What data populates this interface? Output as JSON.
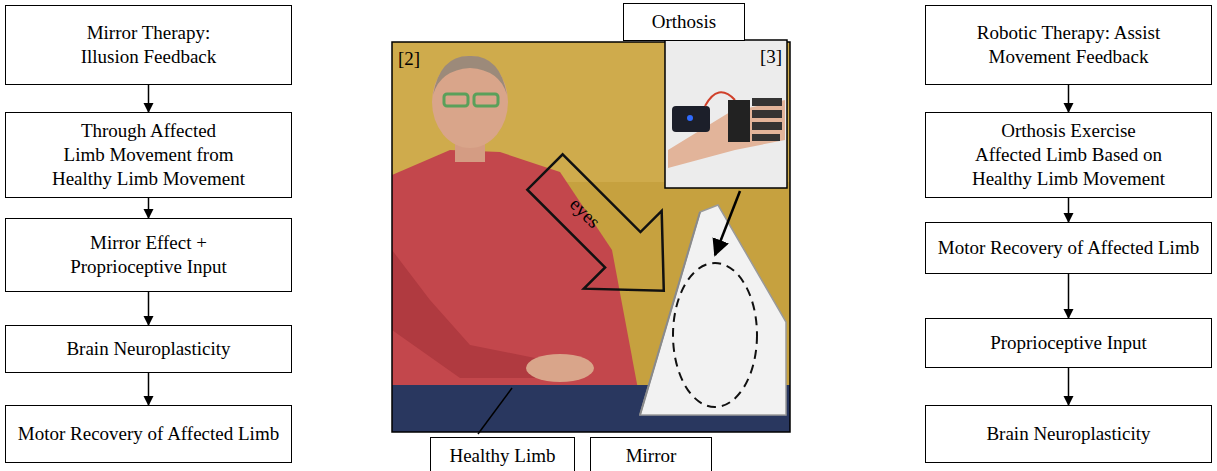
{
  "diagram": {
    "nodes": [
      {
        "text": [
          "Mirror Therapy: Illusion Feedback"
        ]
      },
      {
        "text": [
          "Through Affected Limb Movement from Healthy Limb Movement"
        ]
      },
      {
        "text": [
          "Mirror Effect + Proprioceptive Input"
        ]
      },
      {
        "text": [
          "Brain Neuroplasticity"
        ]
      },
      {
        "text": [
          "Motor Recovery of Affected Limb"
        ]
      },
      {
        "text": [
          "Orthosis"
        ]
      },
      {
        "text": [
          "Robotic Therapy: Assist Movement Feedback"
        ]
      },
      {
        "text": [
          "Orthosis Exercise Affected Limb Based on Healthy Limb Movement"
        ]
      },
      {
        "text": [
          "Motor Recovery of Affected Limb"
        ]
      },
      {
        "text": [
          "Proprioceptive Input"
        ]
      },
      {
        "text": [
          "Brain Neuroplasticity"
        ]
      },
      {
        "text": [
          "Healthy Limb"
        ]
      },
      {
        "text": [
          "Mirror"
        ]
      }
    ],
    "edges": [
      {
        "from": 0,
        "to": 1,
        "arrow": "to"
      },
      {
        "from": 1,
        "to": 2,
        "arrow": "to"
      },
      {
        "from": 2,
        "to": 3,
        "arrow": "to"
      },
      {
        "from": 3,
        "to": 4,
        "arrow": "to"
      },
      {
        "from": 6,
        "to": 7,
        "arrow": "to"
      },
      {
        "from": 7,
        "to": 8,
        "arrow": "to"
      },
      {
        "from": 8,
        "to": 9,
        "arrow": "to"
      },
      {
        "from": 9,
        "to": 10,
        "arrow": "to"
      }
    ],
    "labels": [
      "[2]",
      "[3]",
      "eyes"
    ]
  }
}
